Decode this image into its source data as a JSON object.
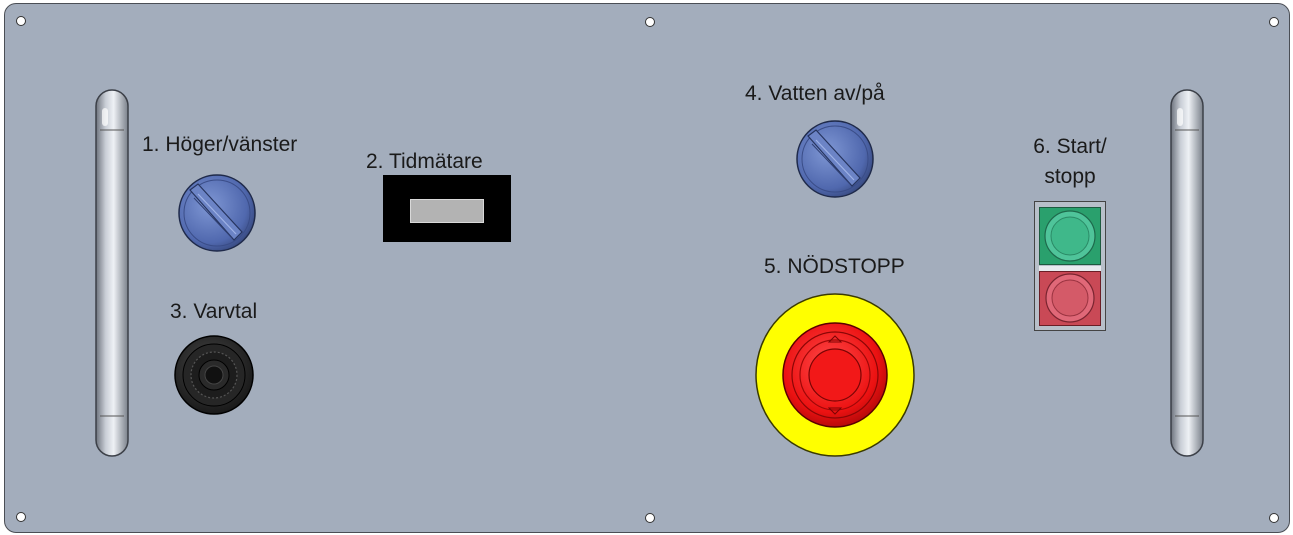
{
  "panel": {
    "labels": {
      "direction": "1. Höger/vänster",
      "timer": "2. Tidmätare",
      "speed": "3. Varvtal",
      "water": "4. Vatten av/på",
      "emergency_stop": "5. NÖDSTOPP",
      "start_stop_line1": "6. Start/",
      "start_stop_line2": "stopp"
    }
  },
  "colors": {
    "panel": "#a3adbc",
    "selector_knob": "#5570b5",
    "timer_body": "#000000",
    "timer_window": "#b3b3b3",
    "speed_knob": "#2b2b2b",
    "estop_ring": "#ffff00",
    "estop_button": "#ee1111",
    "start_button": "#3fb88a",
    "stop_button": "#d96070"
  },
  "icons": {
    "handles": [
      "handle-icon",
      "handle-icon"
    ],
    "mount_holes": [
      "mount-hole-icon"
    ]
  }
}
